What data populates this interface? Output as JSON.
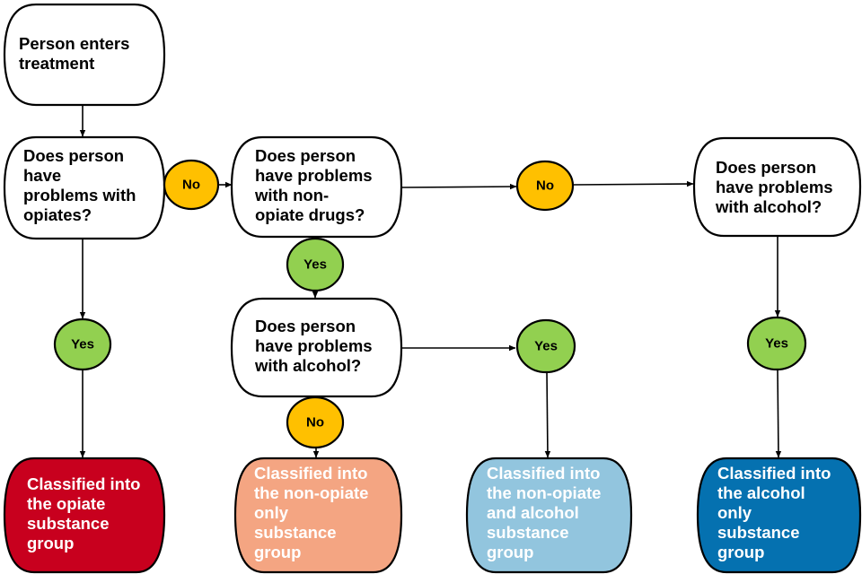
{
  "diagram": {
    "type": "flowchart",
    "colors": {
      "no_decision": "#FFC000",
      "yes_decision": "#92D050",
      "opiate_group": "#C8001E",
      "non_opiate_only_group": "#F4A582",
      "non_opiate_and_alcohol_group": "#92C5DE",
      "alcohol_only_group": "#0571B0",
      "question_fill": "#FFFFFF"
    },
    "nodes": {
      "start": {
        "text": "Person enters\ntreatment"
      },
      "q_opiates": {
        "text": "Does person\nhave\nproblems with\nopiates?"
      },
      "q_non_opiate": {
        "text": "Does person\nhave problems\nwith non-\nopiate drugs?"
      },
      "q_alcohol_mid": {
        "text": "Does person\nhave problems\nwith alcohol?"
      },
      "q_alcohol_right": {
        "text": "Does person\nhave problems\nwith alcohol?"
      },
      "out_opiate": {
        "text": "Classified into\nthe opiate\nsubstance\ngroup"
      },
      "out_non_opiate_only": {
        "text": "Classified into\nthe non-opiate\nonly\nsubstance\ngroup"
      },
      "out_non_opiate_alcohol": {
        "text": "Classified into\nthe non-opiate\nand alcohol\nsubstance\ngroup"
      },
      "out_alcohol_only": {
        "text": "Classified into\nthe alcohol\nonly\nsubstance\ngroup"
      }
    },
    "decisions": {
      "no_opiates": "No",
      "no_non_opiate": "No",
      "no_alcohol_mid": "No",
      "yes_opiates": "Yes",
      "yes_non_opiate": "Yes",
      "yes_alcohol_mid": "Yes",
      "yes_alcohol_right": "Yes"
    },
    "edges": [
      [
        "start",
        "q_opiates"
      ],
      [
        "q_opiates",
        "no_opiates",
        "q_non_opiate"
      ],
      [
        "q_opiates",
        "yes_opiates",
        "out_opiate"
      ],
      [
        "q_non_opiate",
        "no_non_opiate",
        "q_alcohol_right"
      ],
      [
        "q_non_opiate",
        "yes_non_opiate",
        "q_alcohol_mid"
      ],
      [
        "q_alcohol_mid",
        "yes_alcohol_mid",
        "out_non_opiate_alcohol"
      ],
      [
        "q_alcohol_mid",
        "no_alcohol_mid",
        "out_non_opiate_only"
      ],
      [
        "q_alcohol_right",
        "yes_alcohol_right",
        "out_alcohol_only"
      ]
    ]
  }
}
